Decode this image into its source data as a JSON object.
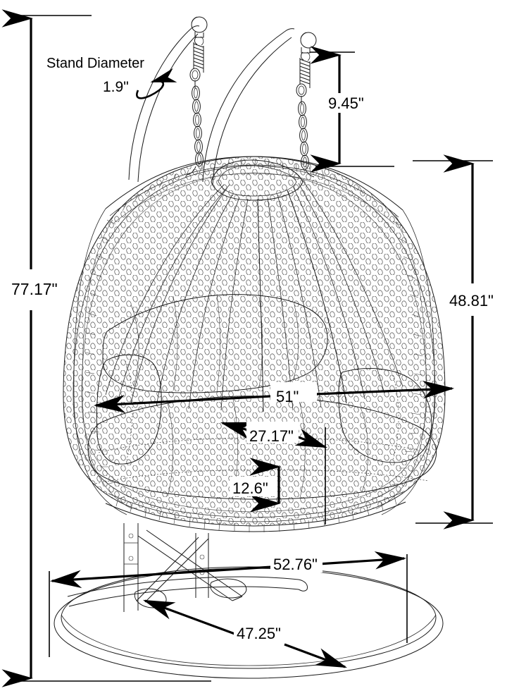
{
  "drawing": {
    "title": "Hanging Egg Swing Chair Dimension Drawing",
    "units": "inches",
    "background_color": "#ffffff",
    "line_color": "#1a1a1a",
    "dimension_color": "#000000"
  },
  "annotations": {
    "stand_diameter_label": "Stand Diameter",
    "stand_diameter_value": "1.9\"",
    "chain_drop": "9.45\"",
    "total_height": "77.17\"",
    "chair_height": "48.81\"",
    "overall_width": "51\"",
    "seat_depth": "27.17\"",
    "seat_height": "12.6\"",
    "base_width": "52.76\"",
    "base_diameter": "47.25\""
  },
  "dimensions_list": [
    {
      "name": "stand-diameter",
      "value": "1.9\"",
      "orientation": "callout",
      "label": "Stand Diameter"
    },
    {
      "name": "chain-drop",
      "value": "9.45\"",
      "orientation": "vertical",
      "label": ""
    },
    {
      "name": "total-height",
      "value": "77.17\"",
      "orientation": "vertical",
      "label": ""
    },
    {
      "name": "chair-height",
      "value": "48.81\"",
      "orientation": "vertical",
      "label": ""
    },
    {
      "name": "overall-width",
      "value": "51\"",
      "orientation": "horizontal",
      "label": ""
    },
    {
      "name": "seat-depth",
      "value": "27.17\"",
      "orientation": "diagonal",
      "label": ""
    },
    {
      "name": "seat-height",
      "value": "12.6\"",
      "orientation": "vertical",
      "label": ""
    },
    {
      "name": "base-width",
      "value": "52.76\"",
      "orientation": "horizontal",
      "label": ""
    },
    {
      "name": "base-diameter",
      "value": "47.25\"",
      "orientation": "diagonal",
      "label": ""
    }
  ]
}
